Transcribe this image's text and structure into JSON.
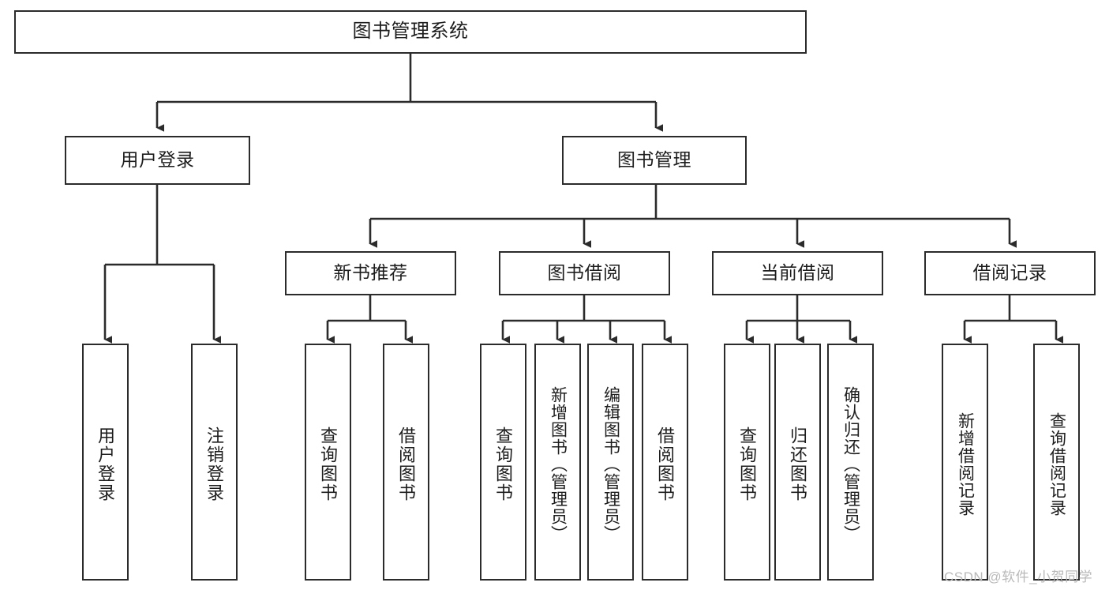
{
  "diagram": {
    "type": "tree-hierarchy",
    "title": "图书管理系统",
    "watermark": "CSDN @软件_小贺同学",
    "colors": {
      "box_border": "#2b2b2b",
      "box_fill": "#ffffff",
      "connector": "#2b2b2b",
      "text": "#1d1d1d",
      "watermark": "#b9b9b9",
      "background": "#ffffff"
    },
    "nodes": {
      "root": {
        "label": "图书管理系统"
      },
      "level2": [
        {
          "id": "user-login",
          "label": "用户登录"
        },
        {
          "id": "book-manage",
          "label": "图书管理"
        }
      ],
      "level3": [
        {
          "id": "new-book-recommend",
          "label": "新书推荐"
        },
        {
          "id": "book-borrow",
          "label": "图书借阅"
        },
        {
          "id": "current-borrow",
          "label": "当前借阅"
        },
        {
          "id": "borrow-record",
          "label": "借阅记录"
        }
      ],
      "leaves": {
        "user_login": [
          {
            "id": "leaf-user-login",
            "label": "用户登录"
          },
          {
            "id": "leaf-logout-login",
            "label": "注销登录"
          }
        ],
        "new_book_recommend": [
          {
            "id": "leaf-query-book-1",
            "label": "查询图书"
          },
          {
            "id": "leaf-borrow-book-1",
            "label": "借阅图书"
          }
        ],
        "book_borrow": [
          {
            "id": "leaf-query-book-2",
            "label": "查询图书"
          },
          {
            "id": "leaf-add-book",
            "label": "新增图书（管理员）"
          },
          {
            "id": "leaf-edit-book",
            "label": "编辑图书（管理员）"
          },
          {
            "id": "leaf-borrow-book-2",
            "label": "借阅图书"
          }
        ],
        "current_borrow": [
          {
            "id": "leaf-query-book-3",
            "label": "查询图书"
          },
          {
            "id": "leaf-return-book",
            "label": "归还图书"
          },
          {
            "id": "leaf-confirm-return",
            "label": "确认归还（管理员）"
          }
        ],
        "borrow_record": [
          {
            "id": "leaf-add-record",
            "label": "新增借阅记录"
          },
          {
            "id": "leaf-query-record",
            "label": "查询借阅记录"
          }
        ]
      }
    }
  }
}
